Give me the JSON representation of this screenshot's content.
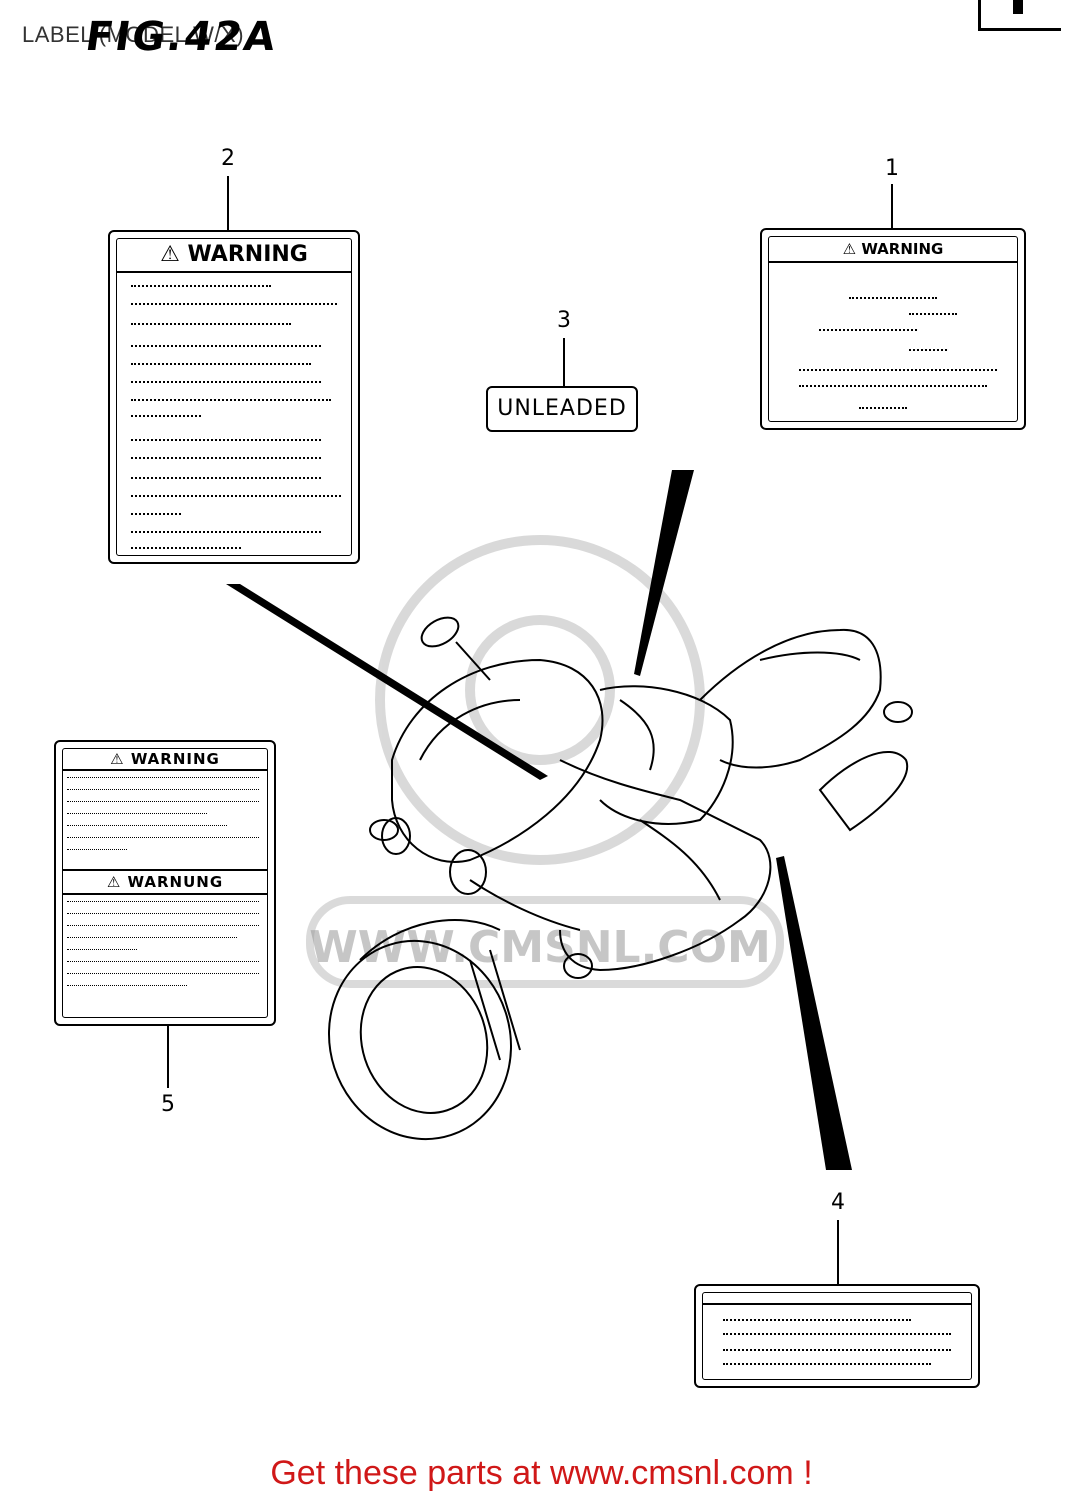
{
  "header": {
    "title": "LABEL (MODEL W/X)",
    "figure": "FIG.42A"
  },
  "callouts": [
    "1",
    "2",
    "3",
    "4",
    "5"
  ],
  "labels": {
    "warning_en": "WARNING",
    "warning_de": "WARNUNG",
    "unleaded": "UNLEADED"
  },
  "watermark": "WWW.CMSNL.COM",
  "footer": {
    "link_text": "Get these parts at www.cmsnl.com !"
  },
  "icons": [
    "warning-triangle-icon",
    "motorcycle-illustration",
    "watermark-logo"
  ]
}
